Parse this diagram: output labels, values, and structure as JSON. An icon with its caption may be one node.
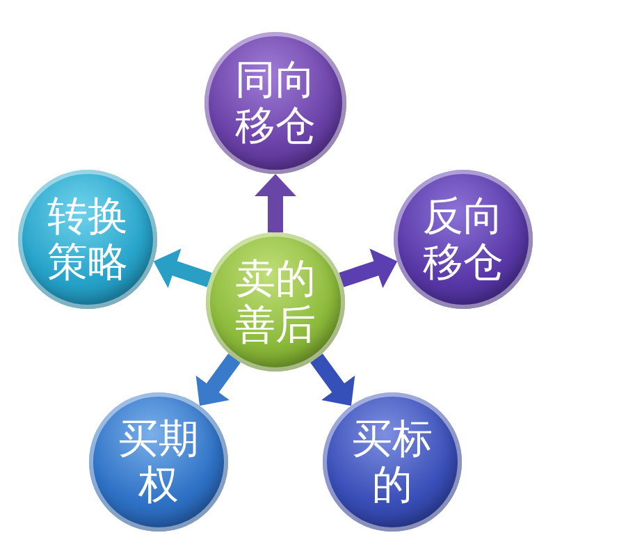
{
  "diagram": {
    "nodes": [
      {
        "text": [
          "同向移仓"
        ]
      },
      {
        "text": [
          "转换策略"
        ]
      },
      {
        "text": [
          "反向移仓"
        ]
      },
      {
        "text": [
          "卖的善后"
        ]
      },
      {
        "text": [
          "买期权"
        ]
      },
      {
        "text": [
          "买标的"
        ]
      }
    ],
    "edges": [
      {
        "from": 3,
        "to": 0,
        "arrow": "to",
        "color": "#6a45a8"
      },
      {
        "from": 3,
        "to": 1,
        "arrow": "to",
        "color": "#2a9fc6"
      },
      {
        "from": 3,
        "to": 2,
        "arrow": "to",
        "color": "#5b3fb0"
      },
      {
        "from": 3,
        "to": 4,
        "arrow": "to",
        "color": "#3a7acb"
      },
      {
        "from": 3,
        "to": 5,
        "arrow": "to",
        "color": "#3550b8"
      }
    ]
  }
}
